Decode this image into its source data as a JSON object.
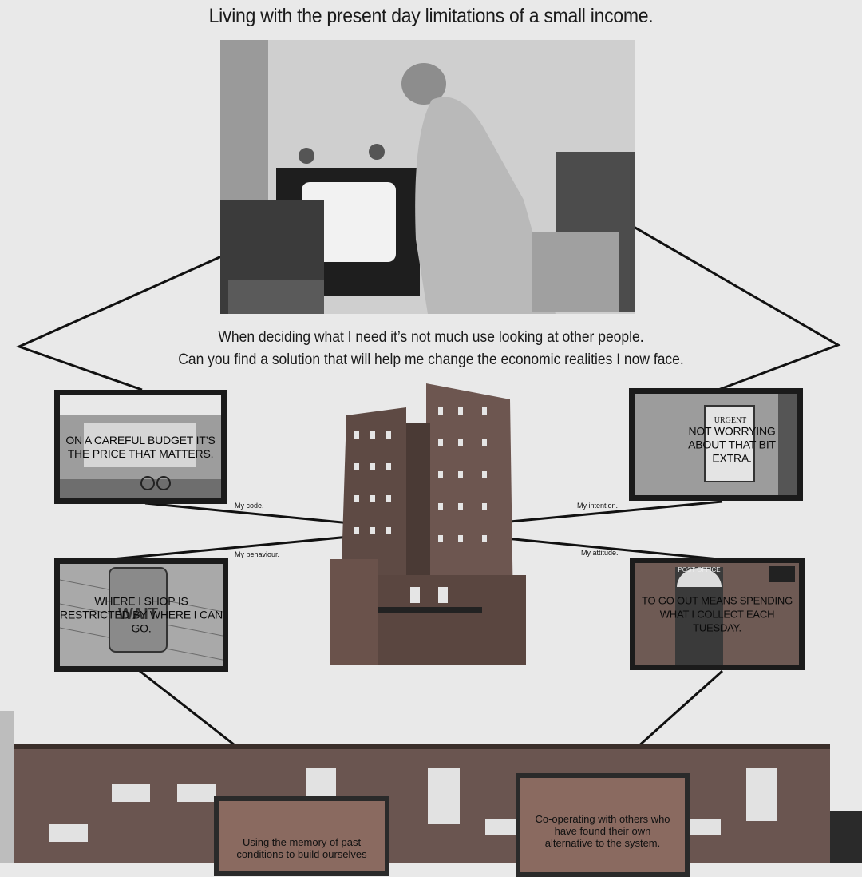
{
  "title": "Living with the present day limitations of a small income.",
  "caption": {
    "line1": "When deciding what I need it’s not much use looking at other people.",
    "line2": "Can you find a solution that will help me change the economic realities I now face."
  },
  "panels": {
    "top_left": {
      "text": "ON A CAREFUL BUDGET IT’S THE PRICE THAT MATTERS."
    },
    "top_right": {
      "sign": "URGENT",
      "text": "NOT WORRYING ABOUT THAT BIT EXTRA."
    },
    "bottom_left": {
      "sign": "WAIT",
      "text": "WHERE I SHOP IS RESTRICTED BY WHERE I CAN GO."
    },
    "bottom_right": {
      "sign": "POST OFFICE",
      "text": "TO GO OUT MEANS SPENDING WHAT I COLLECT EACH TUESDAY."
    }
  },
  "labels": {
    "code": "My code.",
    "intention": "My intention.",
    "behaviour": "My behaviour.",
    "attitude": "My attitude."
  },
  "bottom_boxes": {
    "left": "Using the memory of past conditions to build ourselves",
    "right": "Co-operating with others who have found their own alternative to the system."
  }
}
